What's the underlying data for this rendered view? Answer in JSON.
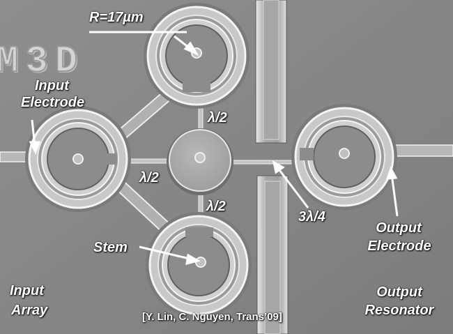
{
  "image": {
    "logo_text": "M3D",
    "labels": {
      "radius": "R=17µm",
      "input_electrode": [
        "Input",
        "Electrode"
      ],
      "half_wave_top": "λ/2",
      "half_wave_left": "λ/2",
      "half_wave_bottom": "λ/2",
      "three_quarter_wave": "3λ/4",
      "stem": "Stem",
      "output_electrode": [
        "Output",
        "Electrode"
      ],
      "input_array": [
        "Input",
        "Array"
      ],
      "output_resonator": [
        "Output",
        "Resonator"
      ]
    },
    "citation": "[Y. Lin, C. Nguyen, Trans’09]"
  }
}
